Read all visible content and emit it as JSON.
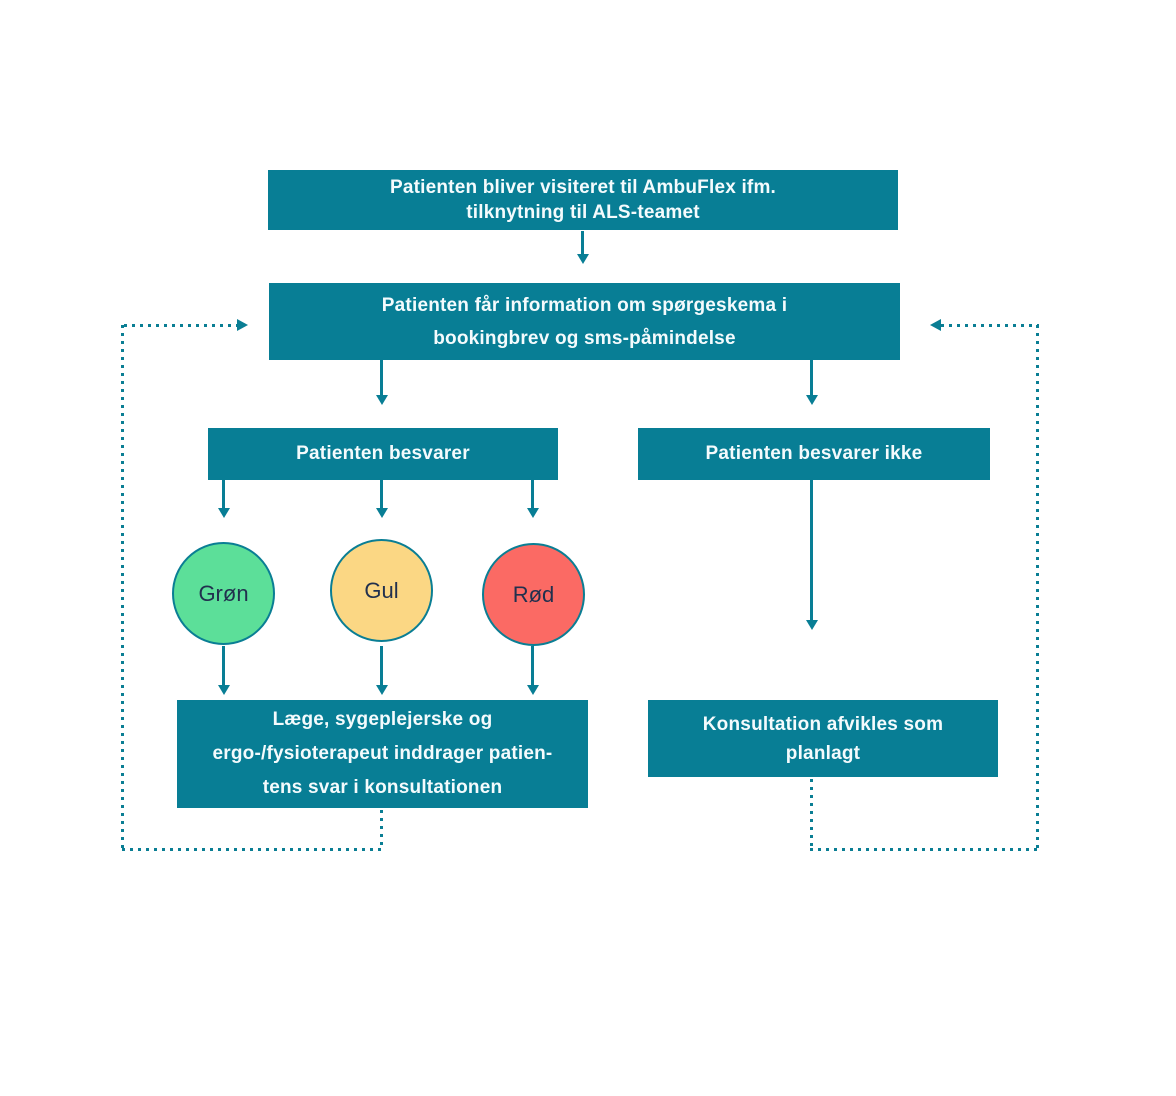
{
  "diagram": {
    "nodes": {
      "visiteret": {
        "label": "Patienten bliver visiteret til AmbuFlex ifm.\ntilknytning til ALS-teamet"
      },
      "information": {
        "label": "Patienten får information om spørgeskema i\nbookingbrev og sms-påmindelse"
      },
      "besvarer": {
        "label": "Patienten besvarer"
      },
      "besvarer_ikke": {
        "label": "Patienten besvarer ikke"
      },
      "laege": {
        "label": "Læge, sygeplejerske og\nergo-/fysioterapeut inddrager patien-\ntens svar i konsultationen"
      },
      "konsultation": {
        "label": "Konsultation afvikles som\nplanlagt"
      }
    },
    "circles": [
      {
        "label": "Grøn",
        "color": "#5cdf99"
      },
      {
        "label": "Gul",
        "color": "#fbd784"
      },
      {
        "label": "Rød",
        "color": "#fb6a64"
      }
    ],
    "colors": {
      "box": "#087e95",
      "box_text": "#f4fbfd",
      "arrow": "#087e95",
      "circle_border": "#0a7e94",
      "circle_text": "#21304e",
      "background": "#ffffff"
    }
  }
}
